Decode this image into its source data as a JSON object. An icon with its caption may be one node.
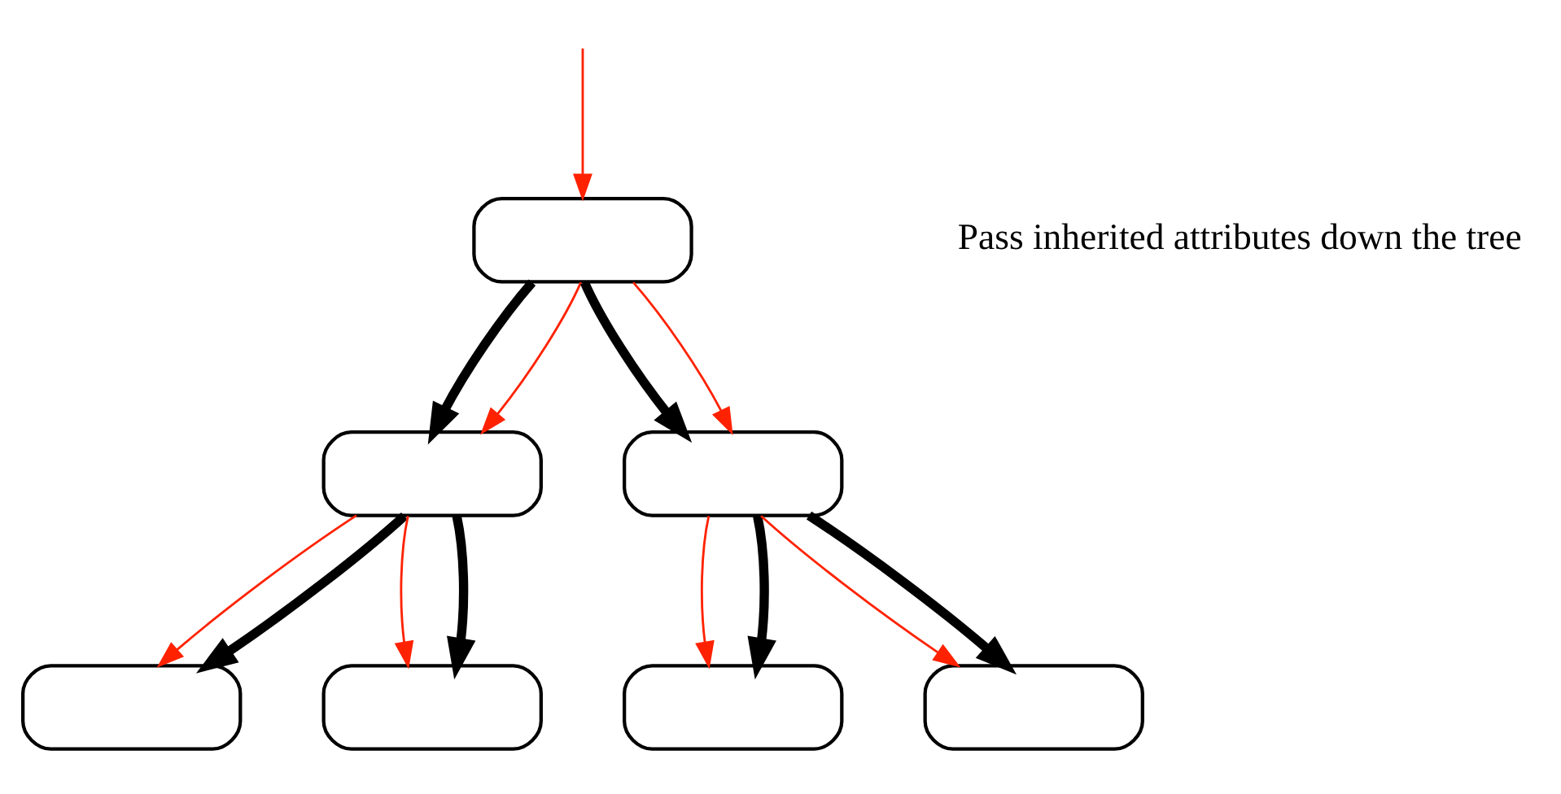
{
  "diagram": {
    "nodes": [
      {
        "text": [],
        "shape": "box"
      },
      {
        "text": [],
        "shape": "box"
      },
      {
        "text": [],
        "shape": "box"
      },
      {
        "text": [],
        "shape": "box"
      },
      {
        "text": [],
        "shape": "box"
      },
      {
        "text": [],
        "shape": "box"
      },
      {
        "text": [],
        "shape": "box"
      }
    ],
    "edges": [
      {
        "from": null,
        "to": 0,
        "arrow": "to",
        "color": "#ff2200"
      },
      {
        "from": 0,
        "to": 1,
        "arrow": "to",
        "style": "thick",
        "color": "#000000"
      },
      {
        "from": 0,
        "to": 2,
        "arrow": "to",
        "style": "thick",
        "color": "#000000"
      },
      {
        "from": 0,
        "to": 1,
        "arrow": "to",
        "color": "#ff2200"
      },
      {
        "from": 0,
        "to": 2,
        "arrow": "to",
        "color": "#ff2200"
      },
      {
        "from": 1,
        "to": 3,
        "arrow": "to",
        "color": "#ff2200"
      },
      {
        "from": 1,
        "to": 3,
        "arrow": "to",
        "style": "thick",
        "color": "#000000"
      },
      {
        "from": 1,
        "to": 4,
        "arrow": "to",
        "color": "#ff2200"
      },
      {
        "from": 1,
        "to": 4,
        "arrow": "to",
        "style": "thick",
        "color": "#000000"
      },
      {
        "from": 2,
        "to": 5,
        "arrow": "to",
        "color": "#ff2200"
      },
      {
        "from": 2,
        "to": 5,
        "arrow": "to",
        "style": "thick",
        "color": "#000000"
      },
      {
        "from": 2,
        "to": 6,
        "arrow": "to",
        "color": "#ff2200"
      },
      {
        "from": 2,
        "to": 6,
        "arrow": "to",
        "style": "thick",
        "color": "#000000"
      }
    ],
    "labels": [
      "Pass inherited attributes down the tree"
    ]
  }
}
